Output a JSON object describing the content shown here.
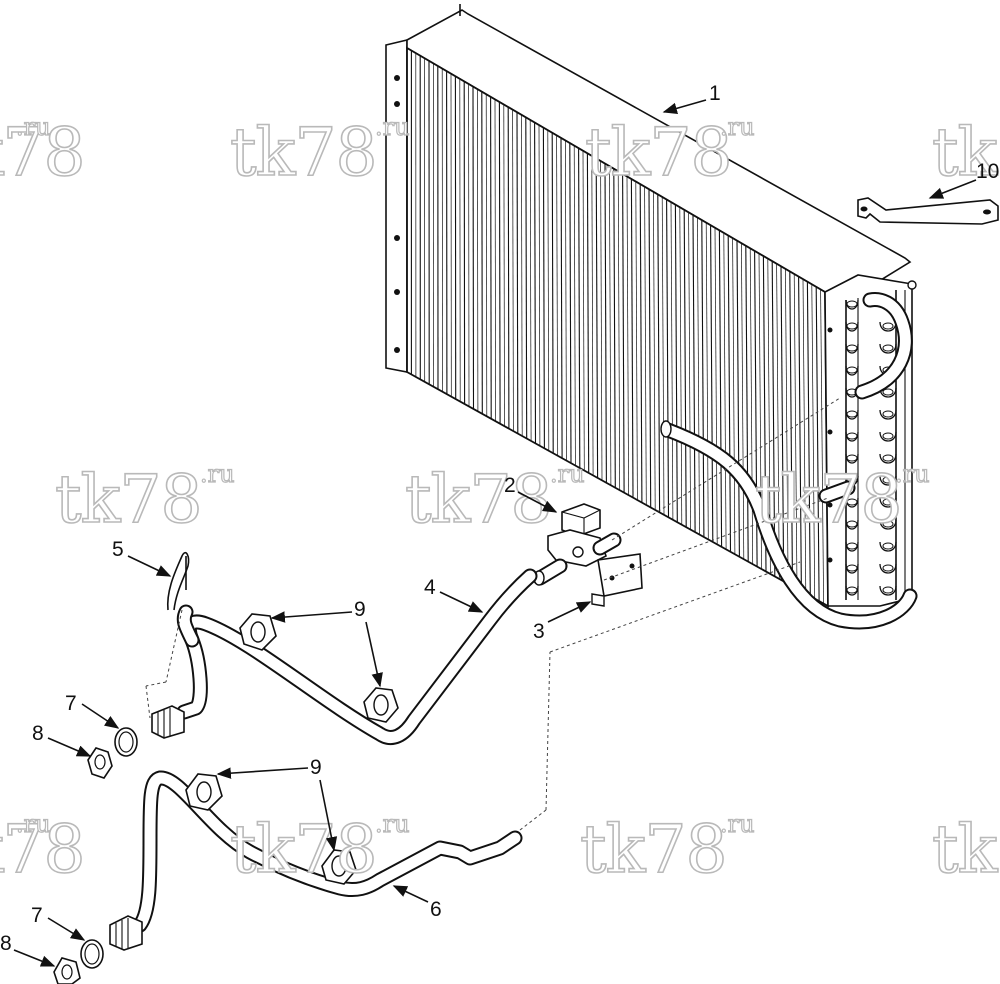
{
  "diagram": {
    "watermark": {
      "main": "tk78",
      "suffix": ".ru"
    },
    "callouts": {
      "c1": "1",
      "c2": "2",
      "c3": "3",
      "c4": "4",
      "c5": "5",
      "c6": "6",
      "c7a": "7",
      "c7b": "7",
      "c8a": "8",
      "c8b": "8",
      "c9a": "9",
      "c9b": "9",
      "c10": "10"
    }
  }
}
